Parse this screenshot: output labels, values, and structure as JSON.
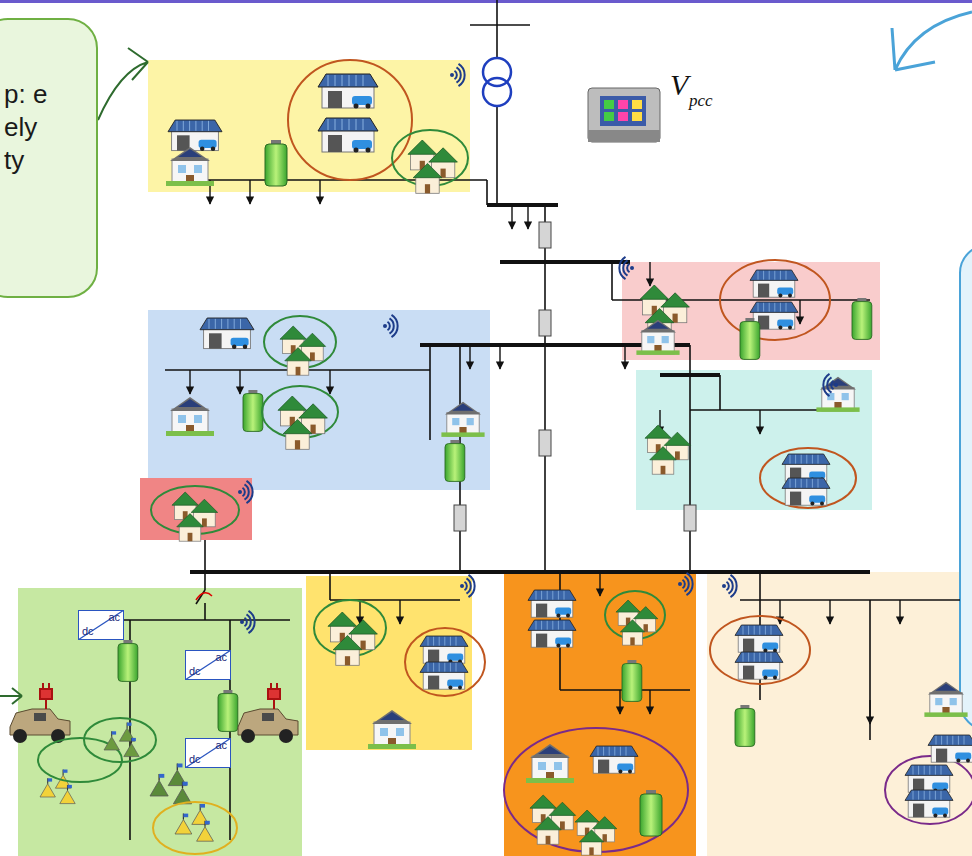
{
  "diagram": {
    "nodes": [
      {
        "text": [
          "p: e ely ty"
        ]
      },
      {
        "text": [
          "dc",
          "ac"
        ]
      },
      {
        "text": [
          "dc",
          "ac"
        ]
      },
      {
        "text": [
          "dc",
          "ac"
        ]
      }
    ],
    "labels": [
      "V",
      "pcc"
    ]
  }
}
